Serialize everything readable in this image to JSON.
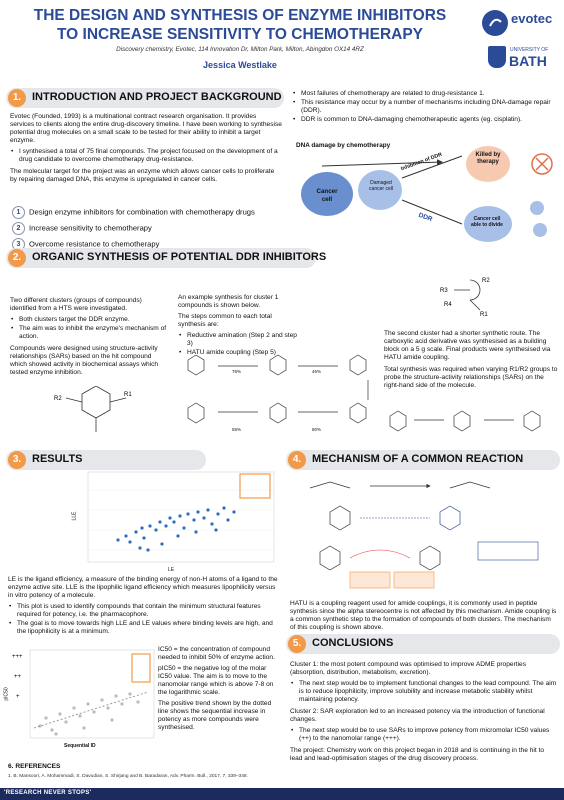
{
  "header": {
    "title_line1": "THE DESIGN AND SYNTHESIS OF ENZYME INHIBITORS",
    "title_line2": "TO INCREASE SENSITIVITY TO CHEMOTHERAPY",
    "affiliation": "Discovery chemistry, Evotec, 114 Innovation Dr, Milton Park, Milton, Abingdon OX14 4RZ",
    "author": "Jessica Westlake",
    "evotec_logo": "evotec",
    "bath_univ": "UNIVERSITY OF",
    "bath_name": "BATH"
  },
  "s1": {
    "num": "1.",
    "title": "INTRODUCTION AND PROJECT BACKGROUND",
    "p1": "Evotec (Founded, 1993) is a multinational contract research organisation. It provides services to clients along the entire drug-discovery timeline. I have been working to synthesise potential drug molecules on a small scale to be tested for their ability to inhibit a target enzyme.",
    "b1": "I synthesised a total of 75 final compounds. The project focused on the development of a drug candidate to overcome chemotherapy drug-resistance.",
    "p2": "The molecular target for the project was an enzyme which allows cancer cells to proliferate by repairing damaged DNA, this enzyme is upregulated in cancer cells.",
    "aims": [
      {
        "n": "1",
        "t": "Design enzyme inhibitors for combination with chemotherapy drugs"
      },
      {
        "n": "2",
        "t": "Increase sensitivity to chemotherapy"
      },
      {
        "n": "3",
        "t": "Overcome resistance to chemotherapy"
      }
    ],
    "right_b1": "Most failures of chemotherapy are related to drug-resistance 1.",
    "right_b2": "This resistance may occur by a number of mechanisms including DNA-damage repair (DDR).",
    "right_b3": "DDR is common to DNA-damaging chemotherapeutic agents (eg. cisplatin).",
    "diagram": {
      "dna_damage": "DNA damage by chemotherapy",
      "cancer_cell": "Cancer cell",
      "damaged": "Damaged cancer cell",
      "inhibition": "Inhibition of DDR",
      "killed": "Killed by therapy",
      "ddr": "DDR",
      "able": "Cancer cell able to divide"
    }
  },
  "s2": {
    "num": "2.",
    "title": "ORGANIC SYNTHESIS OF POTENTIAL DDR INHIBITORS",
    "p1": "Two different clusters (groups of compounds) identified from a HTS were investigated.",
    "b1": "Both clusters target the DDR enzyme.",
    "b2": "The aim was to inhibit the enzyme's mechanism of action.",
    "p2": "Compounds were designed using structure-activity relationships (SARs) based on the hit compound which showed activity in biochemical assays which tested enzyme inhibition.",
    "mid_p1": "An example synthesis for cluster 1 compounds is shown below.",
    "mid_p2": "The steps common to each total synthesis are:",
    "mid_b1": "Reductive amination (Step 2 and step 3)",
    "mid_b2": "HATU amide coupling (Step 5)",
    "right_p1": "The second cluster had a shorter synthetic route. The carboxylic acid derivative was synthesised as a building block on a 5 g scale. Final products were synthesised via HATU amide coupling.",
    "right_p2": "Total synthesis was required when varying R1/R2 groups to probe the structure-activity relationships (SARs) on the right-hand side of the molecule.",
    "yields": [
      "76%",
      "46%",
      "55%",
      "80%"
    ]
  },
  "s3": {
    "num": "3.",
    "title": "RESULTS",
    "axis_y": "LLE",
    "axis_x": "LE",
    "p1": "LE is the ligand efficiency, a measure of the binding energy of non-H atoms of a ligand to the enzyme active site. LLE is the lipophilic ligand efficiency which measures lipophilicity versus in vitro potency of a molecule.",
    "b1": "This plot is used to identify compounds that contain the minimum structural features required for potency, i.e. the pharmacophore.",
    "b2": "The goal is to move towards high LLE and LE values where binding levels are high, and the lipophilicity is at a minimum.",
    "plot2_ylabel": "pIC50",
    "plot2_xlabel": "Sequential ID",
    "ic50": "IC50 = the concentration of compound needed to inhibit 50% of enzyme action.",
    "pic50": "pIC50 = the negative log of the molar IC50 value. The aim is to move to the nanomolar range which is above 7-8 on the logarithmic scale.",
    "trend": "The positive trend shown by the dotted line shows the sequential increase in potency as more compounds were synthesised.",
    "refs_title": "6. REFERENCES",
    "ref1": "1. B. Mansoori, A. Mohammadi, S. Davudian, S. Shirjang and B. Baradaran, Adv. Pharm. Bull., 2017, 7, 339–348."
  },
  "s4": {
    "num": "4.",
    "title": "MECHANISM OF A COMMON REACTION",
    "p1": "HATU is a coupling reagent used for amide couplings, it is commonly used in peptide synthesis since the alpha stereocentre is not affected by this mechanism. Amide coupling is a common synthetic step to the formation of compounds of both clusters. The mechanism of this coupling is shown above."
  },
  "s5": {
    "num": "5.",
    "title": "CONCLUSIONS",
    "c1": "Cluster 1: the most potent compound was optimised to improve ADME properties (absorption, distribution, metabolism, excretion).",
    "c1b": "The next step would be to implement functional changes to the lead compound. The aim is to reduce lipophilicity, improve solubility and increase metabolic stability whilst maintaining potency.",
    "c2": "Cluster 2: SAR exploration led to an increased potency via the introduction of functional changes.",
    "c2b": "The next step would be to use SARs to improve potency from micromolar IC50 values (++) to the nanomolar range (+++).",
    "project": "The project: Chemistry work on this project began in 2018 and is continuing in the hit to lead and lead-optimisation stages of the drug discovery process."
  },
  "footer": "'RESEARCH NEVER STOPS'",
  "colors": {
    "accent": "#2b4a97",
    "orange": "#f2994a",
    "bar": "#1c2b5e"
  }
}
